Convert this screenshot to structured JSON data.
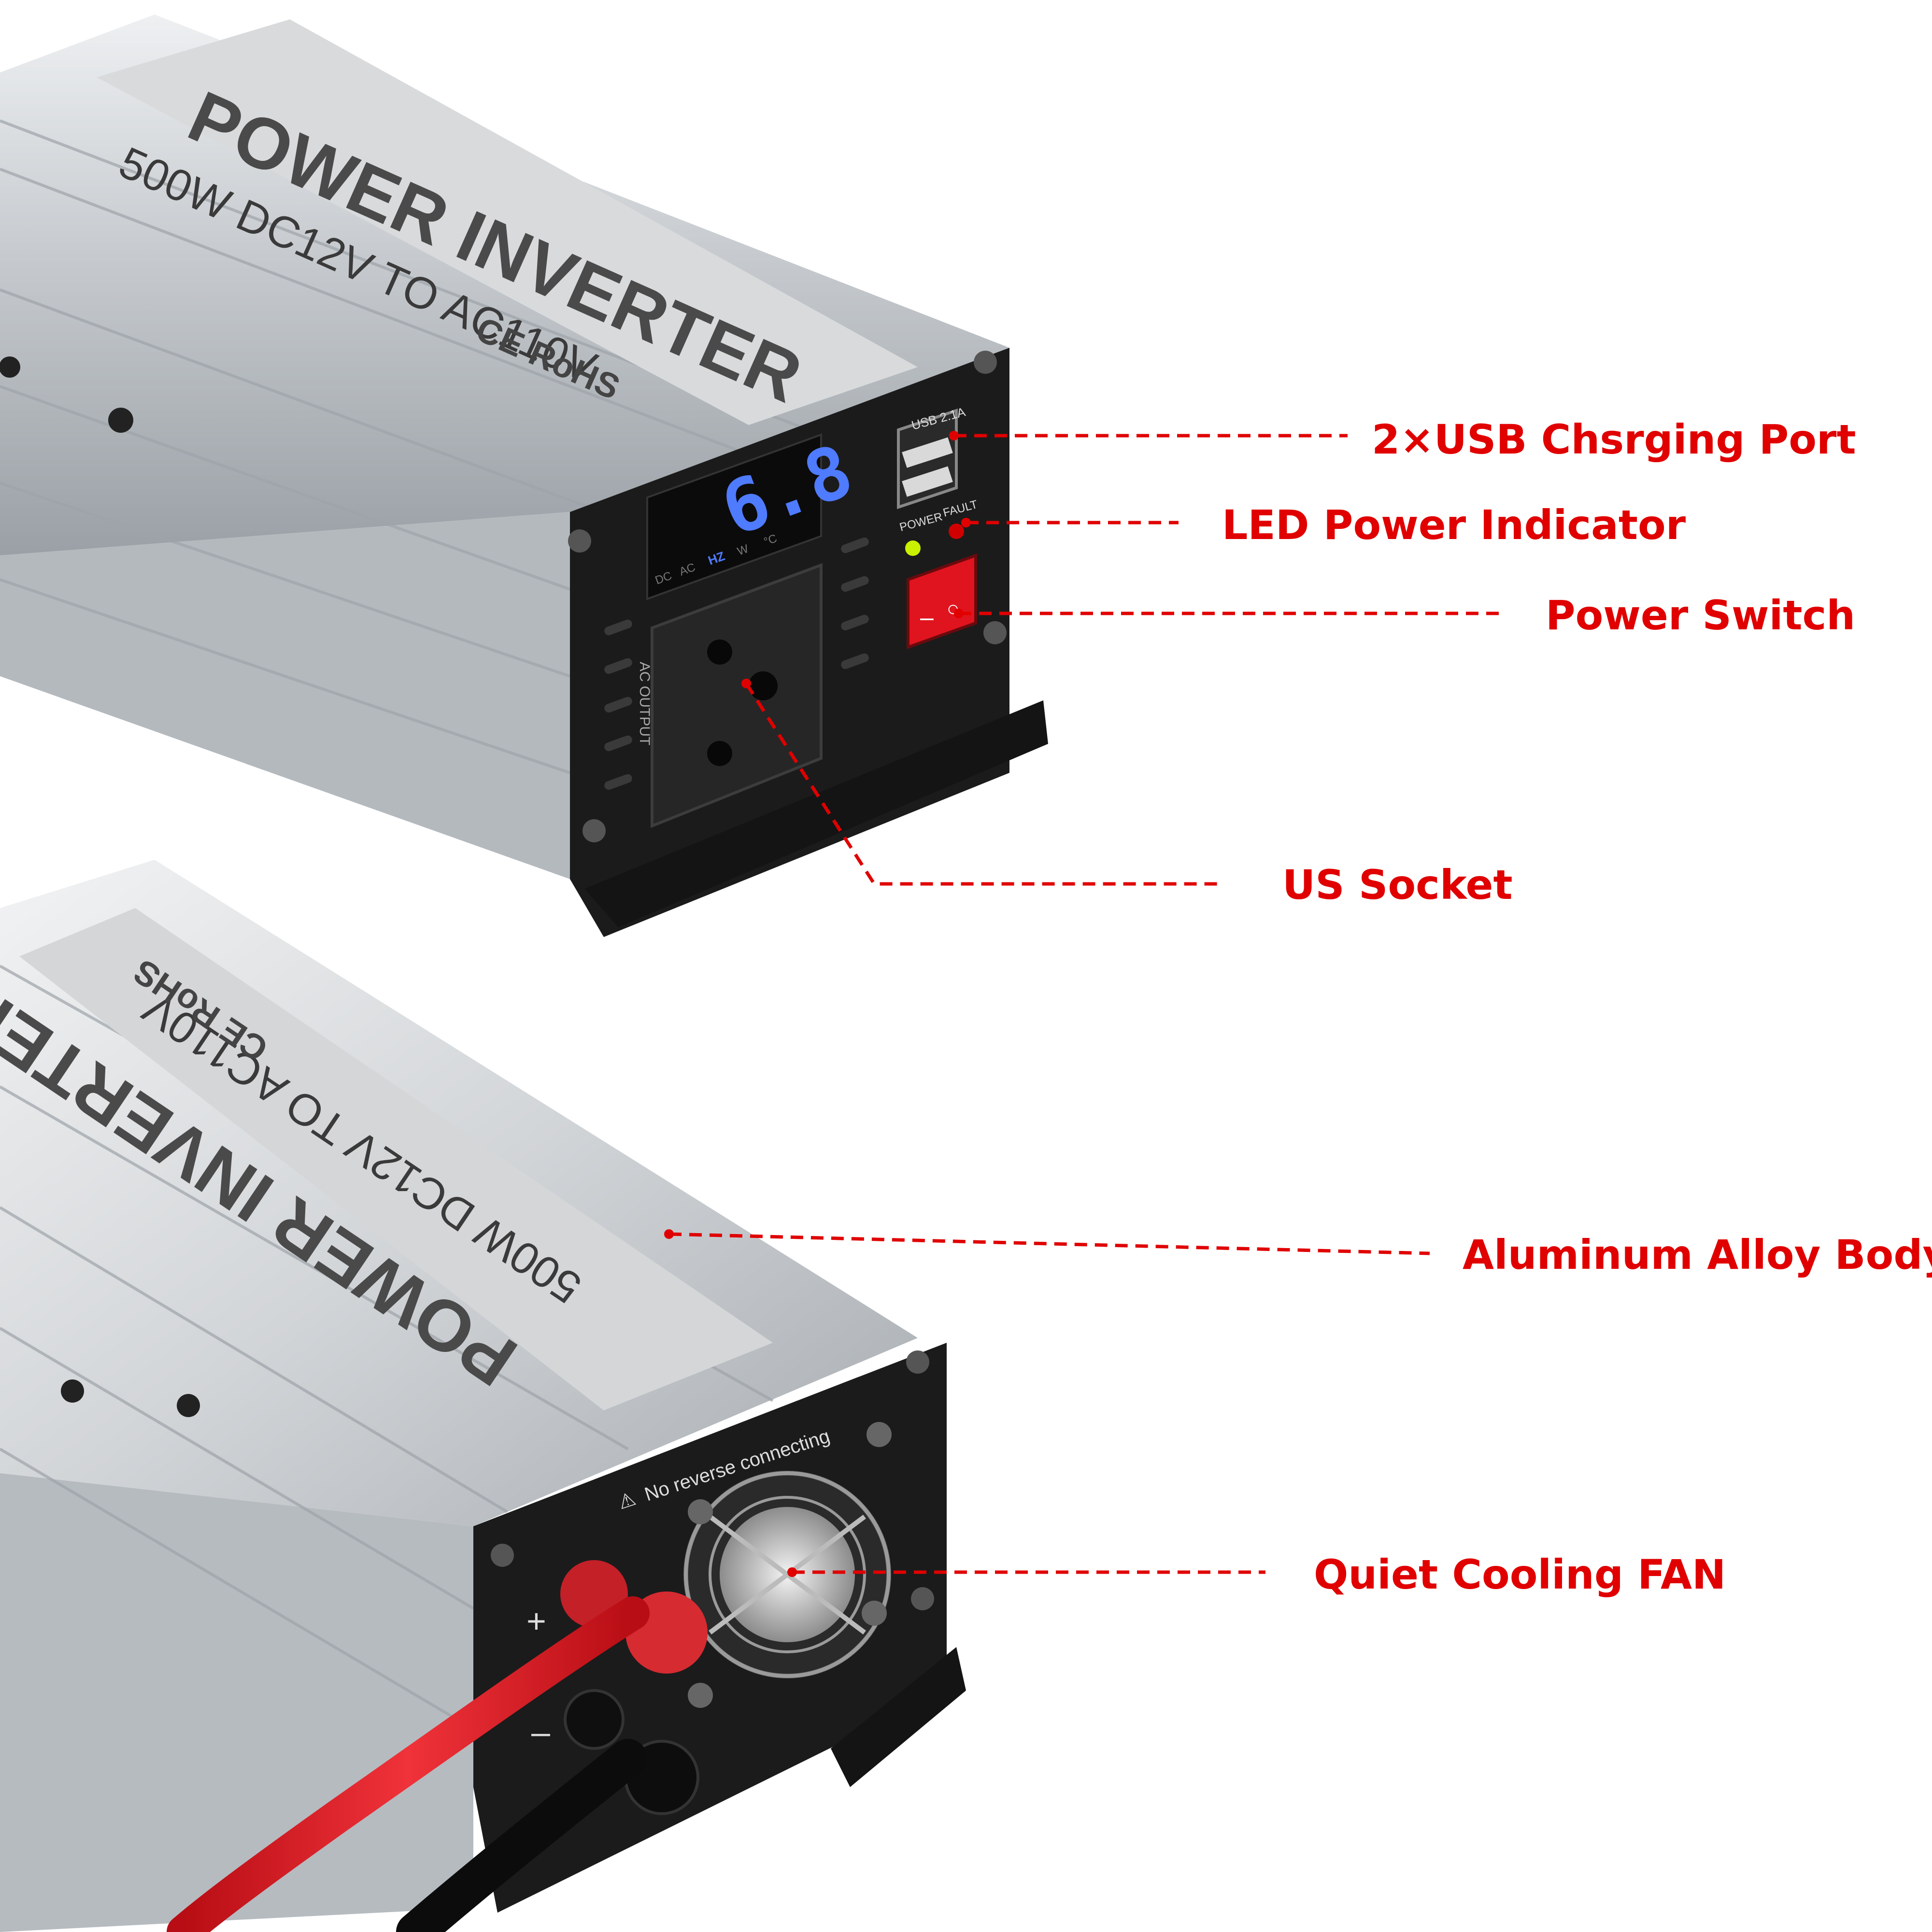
{
  "colors": {
    "callout": "#e00000",
    "aluminum": "#c9cdd1",
    "aluminum_light": "#e6e8ea",
    "panel": "#1b1b1b",
    "display_digit": "#4f7bff",
    "switch_red": "#e0141e"
  },
  "callouts": {
    "usb": "2×USB Chsrging Port",
    "led": "LED Power Indicator",
    "switch": "Power Switch",
    "socket": "US Socket",
    "body": "Aluminum Alloy Body",
    "fan": "Quiet Cooling FAN"
  },
  "product_top": {
    "brand_text": "POWER INVERTER",
    "spec_text": "500W DC12V TO AC110V",
    "cert_text": "CE RoHS",
    "usb_label": "USB 2.1A",
    "power_led_label": "POWER",
    "fault_led_label": "FAULT",
    "display_value": "6.8",
    "display_units": [
      "DC",
      "AC",
      "HZ",
      "W",
      "°C"
    ],
    "socket_label": "AC OUTPUT",
    "switch_off_symbol": "–",
    "switch_on_symbol": "○"
  },
  "product_bottom": {
    "brand_text": "POWER INVERTER",
    "spec_text": "500W DC12V TO AC110V",
    "cert_text": "CE RoHS",
    "warning_text": "No reverse connecting",
    "positive_symbol": "+",
    "negative_symbol": "–"
  }
}
